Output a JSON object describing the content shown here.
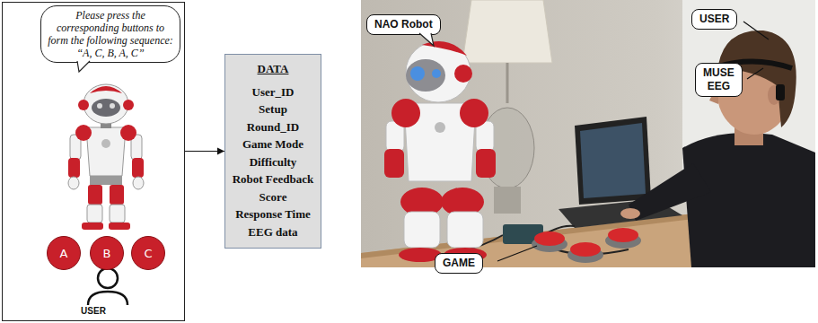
{
  "diagram": {
    "nodes": [
      {
        "text": [
          "USER"
        ]
      },
      {
        "text": [
          "Please press the corresponding buttons to form the following sequence: “A, C, B, A, C”"
        ],
        "in": 0
      },
      {
        "text": [
          "A"
        ],
        "in": 0
      },
      {
        "text": [
          "B"
        ],
        "in": 0
      },
      {
        "text": [
          "C"
        ],
        "in": 0
      },
      {
        "text": [
          "DATA",
          "User_ID",
          "Setup",
          "Round_ID",
          "Game Mode",
          "Difficulty",
          "Robot Feedback",
          "Score",
          "Response Time",
          "EEG data"
        ]
      },
      {
        "text": [
          "NAO Robot"
        ]
      },
      {
        "text": [
          "USER"
        ]
      },
      {
        "text": [
          "MUSE EEG"
        ]
      },
      {
        "text": [
          "GAME"
        ]
      }
    ],
    "edges": [
      {
        "from": 0,
        "to": 5,
        "arrow": "to"
      }
    ]
  }
}
